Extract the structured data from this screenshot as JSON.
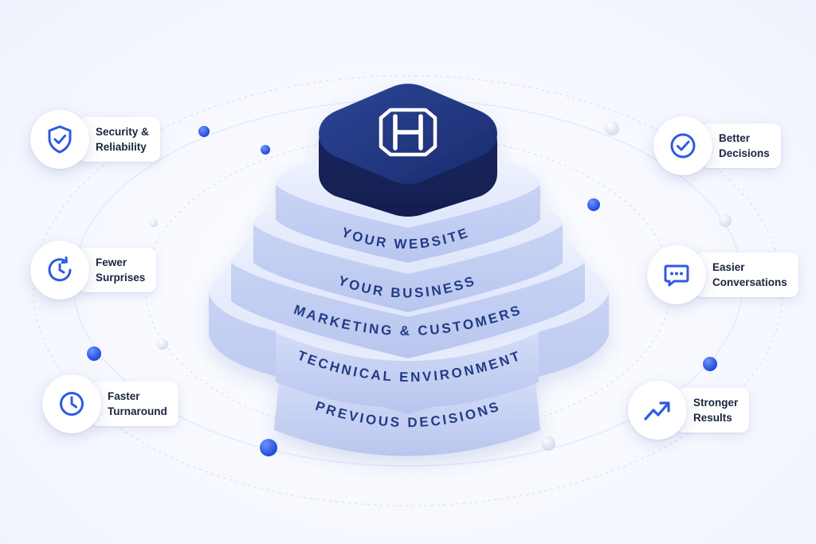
{
  "pyramid": {
    "layers": [
      {
        "label": "YOUR WEBSITE"
      },
      {
        "label": "YOUR BUSINESS"
      },
      {
        "label": "MARKETING & CUSTOMERS"
      },
      {
        "label": "TECHNICAL ENVIRONMENT"
      },
      {
        "label": "PREVIOUS DECISIONS"
      }
    ]
  },
  "benefits_left": [
    {
      "line1": "Security &",
      "line2": "Reliability",
      "icon": "shield-check-icon"
    },
    {
      "line1": "Fewer",
      "line2": "Surprises",
      "icon": "clock-refresh-icon"
    },
    {
      "line1": "Faster",
      "line2": "Turnaround",
      "icon": "clock-icon"
    }
  ],
  "benefits_right": [
    {
      "line1": "Better",
      "line2": "Decisions",
      "icon": "check-circle-icon"
    },
    {
      "line1": "Easier",
      "line2": "Conversations",
      "icon": "chat-bubble-icon"
    },
    {
      "line1": "Stronger",
      "line2": "Results",
      "icon": "trend-up-icon"
    }
  ],
  "colors": {
    "accent": "#2f5be0",
    "navy": "#1e3278",
    "layer_text": "#233b85"
  }
}
